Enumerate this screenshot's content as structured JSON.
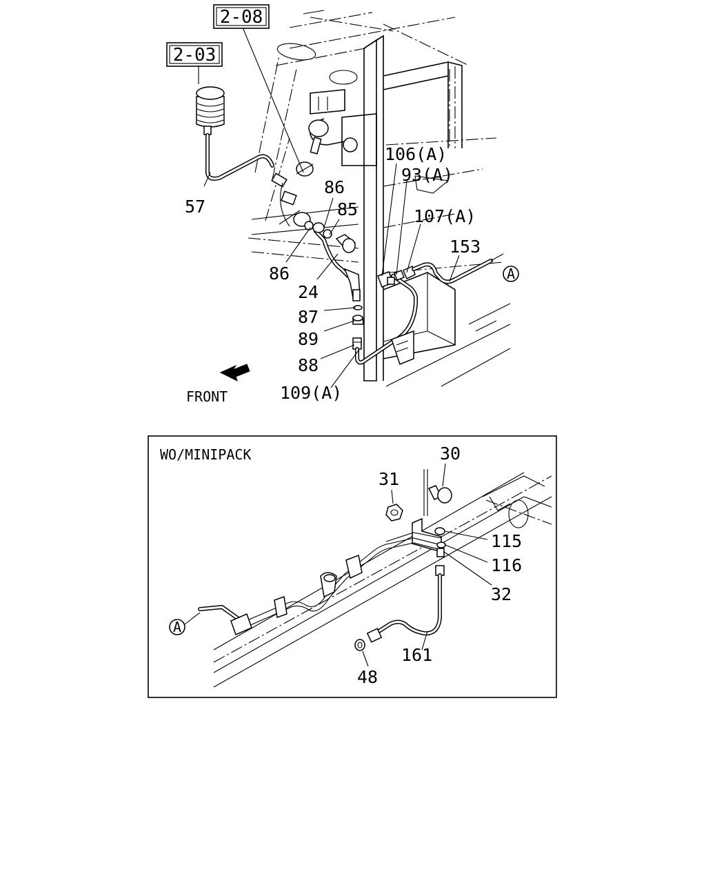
{
  "references": {
    "ref_208": "2-08",
    "ref_203": "2-03"
  },
  "upper_labels": {
    "l57": "57",
    "l86a": "86",
    "l85": "85",
    "l86b": "86",
    "l24": "24",
    "l87": "87",
    "l89": "89",
    "l88": "88",
    "l109": "109(A)",
    "l106": "106(A)",
    "l93": "93(A)",
    "l107": "107(A)",
    "l153": "153",
    "connector_a": "A",
    "front": "FRONT"
  },
  "inset": {
    "title": "WO/MINIPACK",
    "labels": {
      "l30": "30",
      "l31": "31",
      "l115": "115",
      "l116": "116",
      "l32": "32",
      "l161": "161",
      "l48": "48",
      "connector_a": "A"
    }
  }
}
